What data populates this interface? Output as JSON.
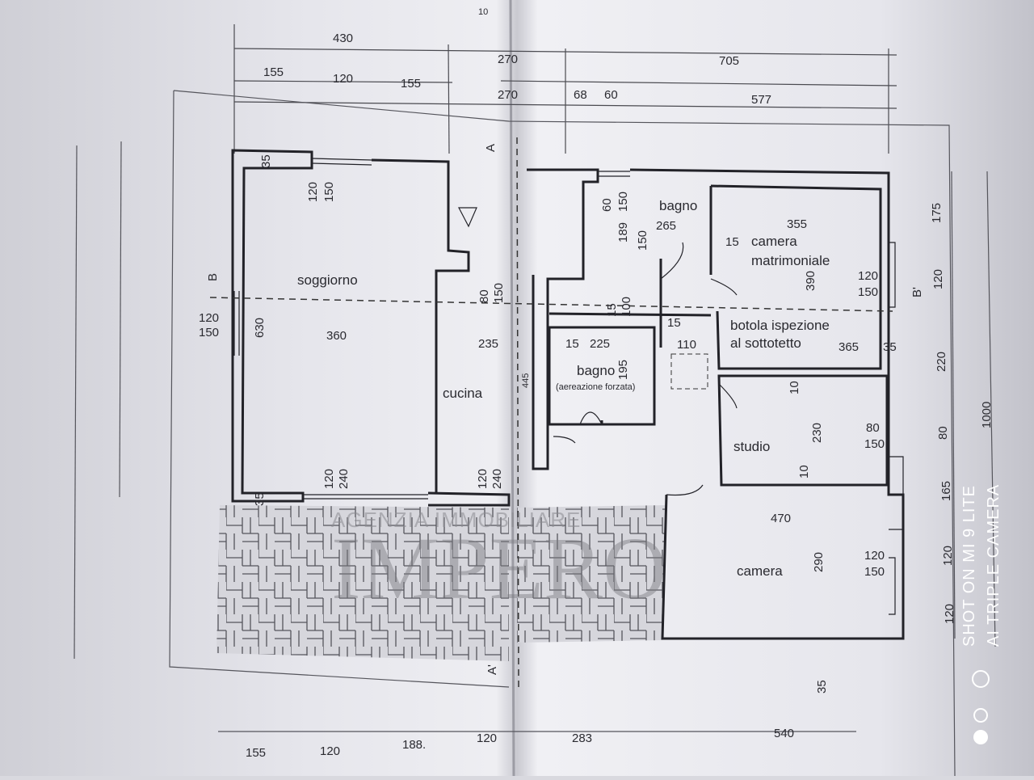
{
  "page_number": "10",
  "top_dimensions": {
    "overall_left": "430",
    "overall_mid": "270",
    "overall_right": "705",
    "row2": [
      "155",
      "120",
      "155",
      "270",
      "68",
      "60",
      "577"
    ]
  },
  "bottom_dimensions": [
    "155",
    "120",
    "188.",
    "120",
    "283",
    "540"
  ],
  "right_dimensions": [
    "175",
    "120",
    "220",
    "80",
    "165",
    "120",
    "120",
    "1000",
    "35"
  ],
  "left_dimensions": {
    "wall": "35",
    "window": [
      "120",
      "150"
    ],
    "length": "630",
    "wall_bottom": "35"
  },
  "section_markers": {
    "a_top": "A",
    "a_bottom": "A'",
    "b_left": "B",
    "b_right": "B'"
  },
  "rooms": {
    "soggiorno": "soggiorno",
    "cucina": "cucina",
    "bagno_top": "bagno",
    "bagno_mid": "bagno",
    "bagno_mid_note": "(aereazione forzata)",
    "camera_matrimoniale": [
      "camera",
      "matrimoniale"
    ],
    "studio": "studio",
    "camera": "camera",
    "botola": [
      "botola ispezione",
      "al sottotetto"
    ]
  },
  "interior_dimensions": {
    "soggiorno_window": [
      "120",
      "150"
    ],
    "soggiorno_width": "360",
    "cucina_width": "235",
    "cucina_window": [
      "80",
      "150"
    ],
    "soggiorno_door": [
      "120",
      "240"
    ],
    "cucina_door": [
      "120",
      "240"
    ],
    "bagno_top": [
      "60",
      "150",
      "189",
      "150",
      "265"
    ],
    "matrimoniale": [
      "355",
      "15",
      "390",
      "120",
      "150"
    ],
    "corridor": [
      "15",
      "100",
      "15"
    ],
    "bagno_mid": [
      "15",
      "225",
      "195"
    ],
    "botola": [
      "15",
      "110",
      "365",
      "35"
    ],
    "studio": [
      "10",
      "230",
      "10",
      "80",
      "150"
    ],
    "camera": [
      "470",
      "290",
      "120",
      "150"
    ],
    "stair_mark": "445"
  },
  "watermark": {
    "line1": "AGENZIA IMMOBILIARE",
    "line2": "IMPERO"
  },
  "camera_stamp": {
    "line1": "SHOT ON MI 9 LITE",
    "line2": "AI TRIPLE CAMERA"
  }
}
